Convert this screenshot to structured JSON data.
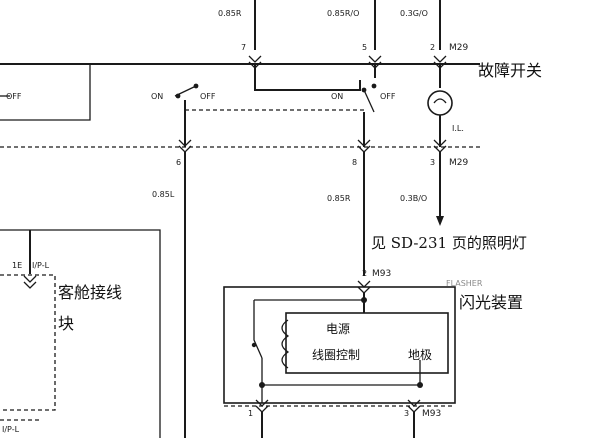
{
  "wires_top": {
    "w1": "0.85R",
    "w2": "0.85R/O",
    "w3": "0.3G/O"
  },
  "pins_top": {
    "p7": "7",
    "p5": "5",
    "p2": "2",
    "connector": "M29"
  },
  "hazard_switch": {
    "label": "故障开关",
    "on_label": "ON",
    "off_label": "OFF",
    "off_left": "OFF",
    "lamp_label": "I.L."
  },
  "pins_mid": {
    "p6": "6",
    "p8": "8",
    "p3": "3",
    "connector": "M29"
  },
  "wires_mid": {
    "w_left": "0.85L",
    "w_center": "0.85R",
    "w_right": "0.3B/O"
  },
  "see_ref": "见 SD-231 页的照明灯",
  "cabin_block": {
    "label_line1": "客舱接线",
    "label_line2": "块",
    "pin_label": "1E",
    "conn_label": "I/P-L",
    "conn_bottom": "I/P-L"
  },
  "flasher": {
    "label": "闪光装置",
    "faded_text": "FLASHER",
    "pin_top": "2",
    "conn_top": "M93",
    "power_label": "电源",
    "coil_label": "线圈控制",
    "ground_label": "地极",
    "pin_b1": "1",
    "pin_b3": "3",
    "conn_bottom": "M93"
  }
}
